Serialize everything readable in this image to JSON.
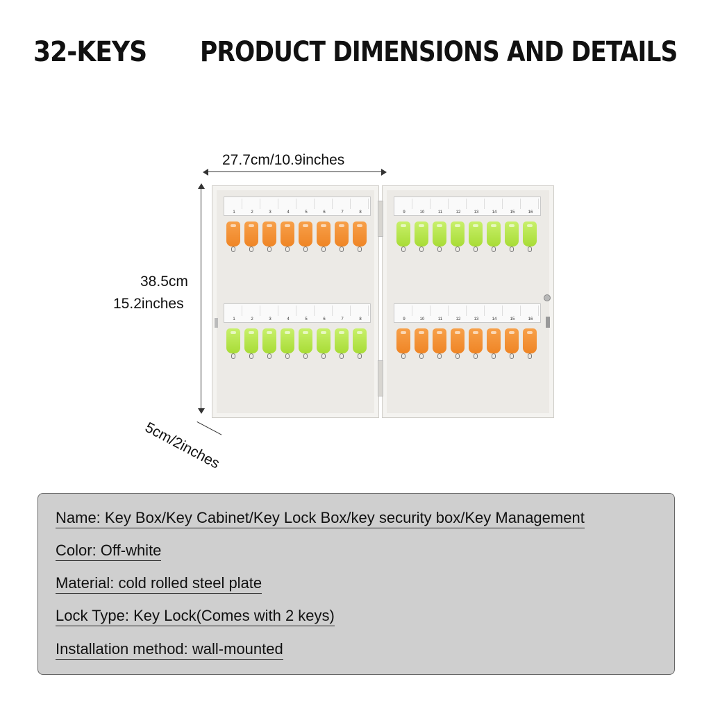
{
  "header": {
    "left": "32-KEYS",
    "right": "PRODUCT DIMENSIONS AND DETAILS"
  },
  "dimensions": {
    "width": "27.7cm/10.9inches",
    "height_cm": "38.5cm",
    "height_in": "15.2inches",
    "depth": "5cm/2inches"
  },
  "cabinet": {
    "left_door_numbers": [
      "1",
      "2",
      "3",
      "4",
      "5",
      "6",
      "7",
      "8"
    ],
    "right_door_numbers": [
      "9",
      "10",
      "11",
      "12",
      "13",
      "14",
      "15",
      "16"
    ],
    "colors": {
      "body": "#eceae6",
      "orange_tag": "#ef8525",
      "green_tag": "#a8dc36"
    }
  },
  "details": [
    "Name: Key Box/Key Cabinet/Key Lock Box/key security box/Key Management",
    "Color: Off-white",
    "Material: cold rolled steel plate",
    "Lock Type: Key Lock(Comes with 2 keys)",
    "Installation method: wall-mounted"
  ]
}
